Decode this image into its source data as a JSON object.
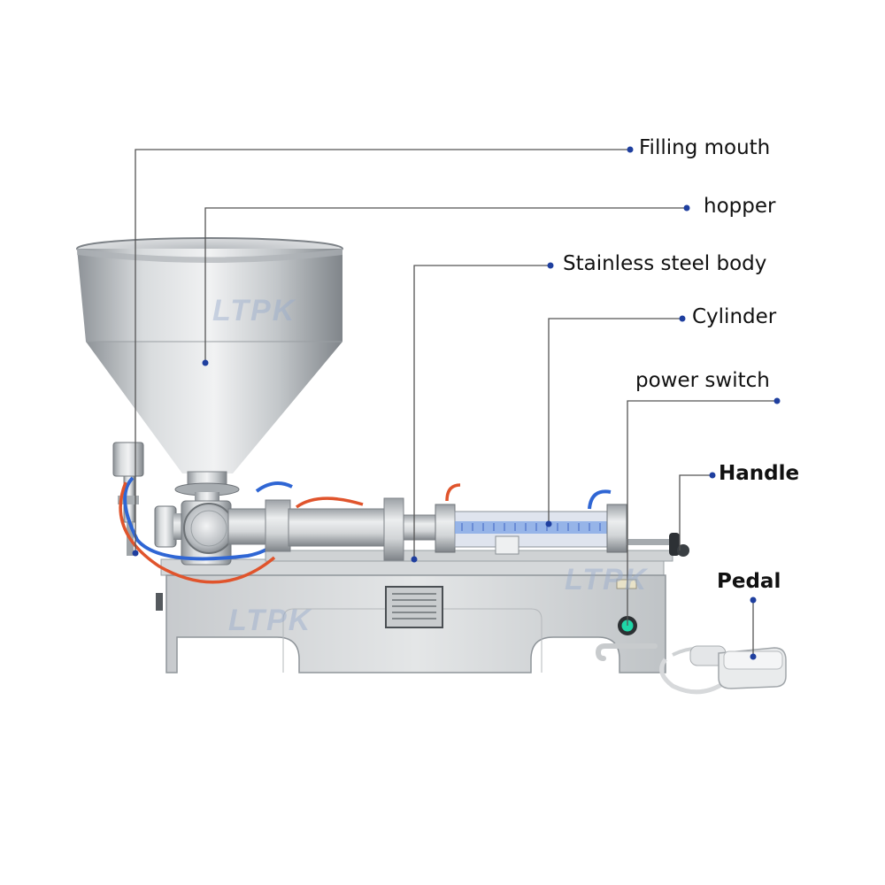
{
  "callouts": [
    {
      "id": "filling-mouth",
      "label": "Filling mouth"
    },
    {
      "id": "hopper",
      "label": "hopper"
    },
    {
      "id": "stainless-steel-body",
      "label": "Stainless steel body"
    },
    {
      "id": "cylinder",
      "label": "Cylinder"
    },
    {
      "id": "power-switch",
      "label": "power switch"
    },
    {
      "id": "handle",
      "label": "Handle"
    },
    {
      "id": "pedal",
      "label": "Pedal"
    }
  ],
  "watermark": "LTPK",
  "colors": {
    "leader_line": "#555555",
    "leader_dot": "#1f3f9f",
    "label_text": "#111111"
  }
}
